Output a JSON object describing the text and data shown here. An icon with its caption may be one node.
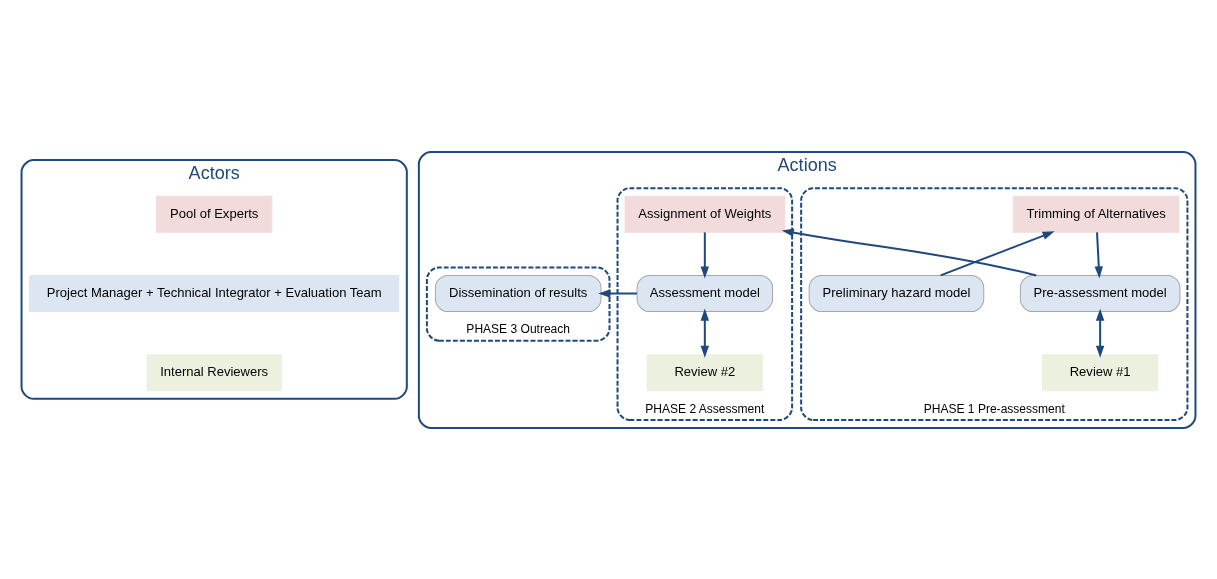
{
  "diagram": {
    "nodes": [
      {
        "text": [
          "Actors"
        ]
      },
      {
        "text": [
          "Pool of Experts"
        ],
        "in": 0
      },
      {
        "text": [
          "Project Manager + Technical Integrator + Evaluation Team"
        ],
        "in": 0
      },
      {
        "text": [
          "Internal Reviewers"
        ],
        "in": 0
      },
      {
        "text": [
          "Actions"
        ]
      },
      {
        "text": [
          "PHASE 1 Pre-assessment"
        ],
        "in": 4
      },
      {
        "text": [
          "Preliminary hazard model"
        ],
        "in": 5
      },
      {
        "text": [
          "Trimming of Alternatives"
        ],
        "in": 5
      },
      {
        "text": [
          "Pre-assessment model"
        ],
        "in": 5
      },
      {
        "text": [
          "Review #1"
        ],
        "in": 5
      },
      {
        "text": [
          "PHASE 2 Assessment"
        ],
        "in": 4
      },
      {
        "text": [
          "Assignment of Weights"
        ],
        "in": 10
      },
      {
        "text": [
          "Assessment model"
        ],
        "in": 10
      },
      {
        "text": [
          "Review #2"
        ],
        "in": 10
      },
      {
        "text": [
          "PHASE 3 Outreach"
        ],
        "in": 4
      },
      {
        "text": [
          "Dissemination of results"
        ],
        "in": 14
      }
    ],
    "edges": [
      {
        "from": 6,
        "to": 7,
        "arrow": "to"
      },
      {
        "from": 7,
        "to": 8,
        "arrow": "to"
      },
      {
        "from": 8,
        "to": 11,
        "arrow": "to"
      },
      {
        "from": 8,
        "to": 9,
        "arrow": "both"
      },
      {
        "from": 11,
        "to": 12,
        "arrow": "to"
      },
      {
        "from": 12,
        "to": 13,
        "arrow": "both"
      },
      {
        "from": 12,
        "to": 15,
        "arrow": "to"
      }
    ]
  }
}
